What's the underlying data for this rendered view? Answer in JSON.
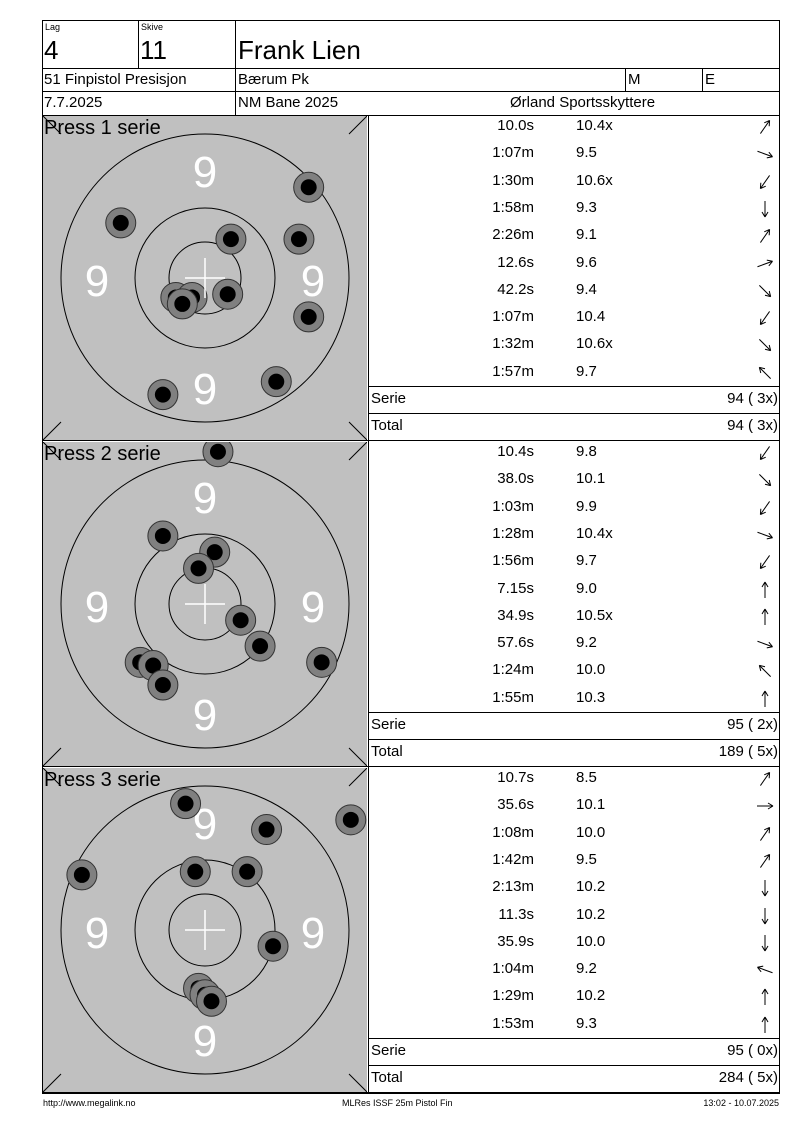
{
  "header": {
    "lag_label": "Lag",
    "lag_value": "4",
    "skive_label": "Skive",
    "skive_value": "11",
    "shooter_name": "Frank Lien",
    "class_name": "51 Finpistol Presisjon",
    "club": "Bærum Pk",
    "gender": "M",
    "category": "E",
    "date": "7.7.2025",
    "event": "NM Bane 2025",
    "organizer": "Ørland Sportsskyttere"
  },
  "target_ring_number": "9",
  "series": [
    {
      "title": "Press 1 serie",
      "shots": [
        {
          "time": "10.0s",
          "score": "10.4x",
          "dir": "up-right"
        },
        {
          "time": "1:07m",
          "score": "9.5",
          "dir": "right-down"
        },
        {
          "time": "1:30m",
          "score": "10.6x",
          "dir": "down-left"
        },
        {
          "time": "1:58m",
          "score": "9.3",
          "dir": "down"
        },
        {
          "time": "2:26m",
          "score": "9.1",
          "dir": "up-right"
        },
        {
          "time": "12.6s",
          "score": "9.6",
          "dir": "right-up"
        },
        {
          "time": "42.2s",
          "score": "9.4",
          "dir": "down-right"
        },
        {
          "time": "1:07m",
          "score": "10.4",
          "dir": "down-left"
        },
        {
          "time": "1:32m",
          "score": "10.6x",
          "dir": "down-right"
        },
        {
          "time": "1:57m",
          "score": "9.7",
          "dir": "up-left"
        }
      ],
      "hits": [
        [
          0.82,
          0.22
        ],
        [
          0.24,
          0.33
        ],
        [
          0.58,
          0.38
        ],
        [
          0.79,
          0.38
        ],
        [
          0.41,
          0.56
        ],
        [
          0.46,
          0.56
        ],
        [
          0.57,
          0.55
        ],
        [
          0.43,
          0.58
        ],
        [
          0.82,
          0.62
        ],
        [
          0.72,
          0.82
        ],
        [
          0.37,
          0.86
        ]
      ],
      "serie_label": "Serie",
      "serie_value": "94 ( 3x)",
      "total_label": "Total",
      "total_value": "94 ( 3x)"
    },
    {
      "title": "Press 2 serie",
      "shots": [
        {
          "time": "10.4s",
          "score": "9.8",
          "dir": "down-left"
        },
        {
          "time": "38.0s",
          "score": "10.1",
          "dir": "down-right"
        },
        {
          "time": "1:03m",
          "score": "9.9",
          "dir": "down-left"
        },
        {
          "time": "1:28m",
          "score": "10.4x",
          "dir": "right-down"
        },
        {
          "time": "1:56m",
          "score": "9.7",
          "dir": "down-left"
        },
        {
          "time": "7.15s",
          "score": "9.0",
          "dir": "up"
        },
        {
          "time": "34.9s",
          "score": "10.5x",
          "dir": "up"
        },
        {
          "time": "57.6s",
          "score": "9.2",
          "dir": "right-down"
        },
        {
          "time": "1:24m",
          "score": "10.0",
          "dir": "up-left"
        },
        {
          "time": "1:55m",
          "score": "10.3",
          "dir": "up"
        }
      ],
      "hits": [
        [
          0.54,
          0.03
        ],
        [
          0.37,
          0.29
        ],
        [
          0.53,
          0.34
        ],
        [
          0.48,
          0.39
        ],
        [
          0.61,
          0.55
        ],
        [
          0.67,
          0.63
        ],
        [
          0.86,
          0.68
        ],
        [
          0.3,
          0.68
        ],
        [
          0.34,
          0.69
        ],
        [
          0.37,
          0.75
        ]
      ],
      "serie_label": "Serie",
      "serie_value": "95 ( 2x)",
      "total_label": "Total",
      "total_value": "189 ( 5x)"
    },
    {
      "title": "Press 3 serie",
      "shots": [
        {
          "time": "10.7s",
          "score": "8.5",
          "dir": "up-right"
        },
        {
          "time": "35.6s",
          "score": "10.1",
          "dir": "right"
        },
        {
          "time": "1:08m",
          "score": "10.0",
          "dir": "up-right"
        },
        {
          "time": "1:42m",
          "score": "9.5",
          "dir": "up-right"
        },
        {
          "time": "2:13m",
          "score": "10.2",
          "dir": "down"
        },
        {
          "time": "11.3s",
          "score": "10.2",
          "dir": "down"
        },
        {
          "time": "35.9s",
          "score": "10.0",
          "dir": "down"
        },
        {
          "time": "1:04m",
          "score": "9.2",
          "dir": "left-up"
        },
        {
          "time": "1:29m",
          "score": "10.2",
          "dir": "up"
        },
        {
          "time": "1:53m",
          "score": "9.3",
          "dir": "up"
        }
      ],
      "hits": [
        [
          0.44,
          0.11
        ],
        [
          0.95,
          0.16
        ],
        [
          0.69,
          0.19
        ],
        [
          0.12,
          0.33
        ],
        [
          0.47,
          0.32
        ],
        [
          0.63,
          0.32
        ],
        [
          0.71,
          0.55
        ],
        [
          0.48,
          0.68
        ],
        [
          0.5,
          0.7
        ],
        [
          0.52,
          0.72
        ]
      ],
      "serie_label": "Serie",
      "serie_value": "95 ( 0x)",
      "total_label": "Total",
      "total_value": "284 ( 5x)"
    }
  ],
  "footer": {
    "url": "http://www.megalink.no",
    "program": "MLRes ISSF 25m Pistol Fin",
    "timestamp": "13:02 - 10.07.2025"
  }
}
